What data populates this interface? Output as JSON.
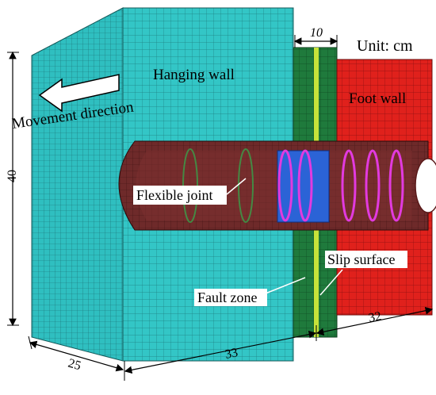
{
  "labels": {
    "unit": "Unit: cm",
    "hanging_wall": "Hanging wall",
    "foot_wall": "Foot wall",
    "movement_direction": "Movement direction",
    "flexible_joint": "Flexible joint",
    "fault_zone": "Fault zone",
    "slip_surface": "Slip surface"
  },
  "dimensions": {
    "fault_zone_width": "10",
    "height": "40",
    "depth": "25",
    "hanging_wall_length": "33",
    "foot_wall_length": "32"
  },
  "colors": {
    "hanging_wall": "#33c6c6",
    "foot_wall": "#e0211c",
    "fault_zone": "#1f7a3c",
    "slip_surface": "#c6e33a",
    "tunnel_lining": "#6e2a2a",
    "tunnel_segment": "#2b63d6",
    "flexible_joint": "#e23adf",
    "mesh_line": "#1a5f5f"
  }
}
